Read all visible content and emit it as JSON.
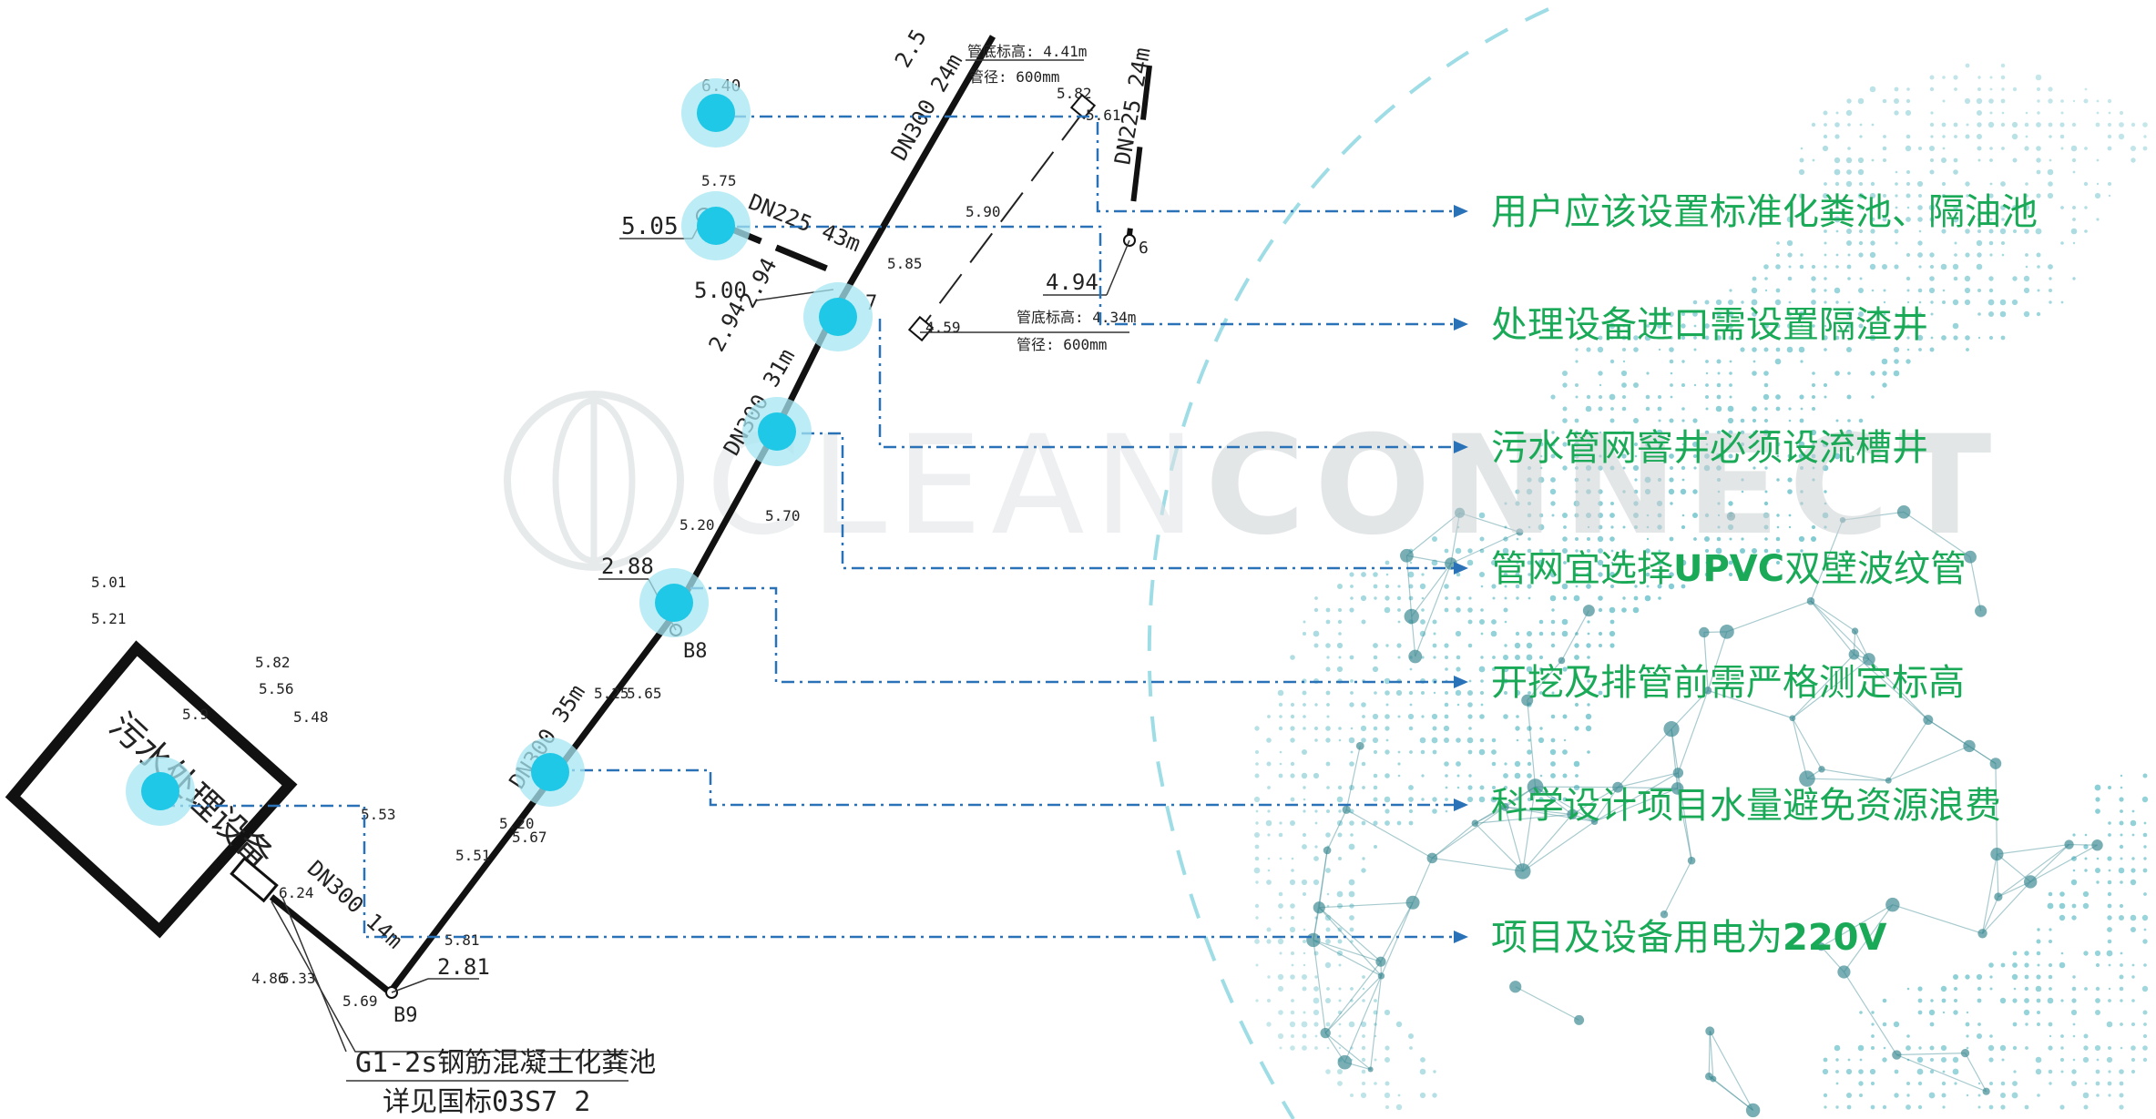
{
  "watermark": {
    "light": "CLEAN",
    "bold": "CONNECT"
  },
  "box_label": "污水处理设备",
  "pipes": {
    "b9_b8": "DN300 35m",
    "b8_top": "DN300 31m",
    "upper": "DN300 24m",
    "tank": "DN300 14m",
    "branch_left": "DN225 43m",
    "branch_right": "DN225 24m"
  },
  "nodes": {
    "b9": "B9",
    "b8": "B8",
    "c7": "7",
    "g6": "6",
    "b9_depth": "2.81",
    "b8_depth": "2.88",
    "c7_depth_a": "5.00",
    "c7_depth_b": "2.94",
    "c7_depth_c": "2.94",
    "left_top": "6.40",
    "left_mid": "5.05",
    "right_mid": "4.94",
    "top_cut": "2.5",
    "manhole": "6.24"
  },
  "spot_levels": [
    "5.01",
    "5.21",
    "5.82",
    "5.56",
    "5.9",
    "5.48",
    "5.53",
    "5.20",
    "5.70",
    "5.25",
    "5.65",
    "5.51",
    "5.67",
    "5.81",
    "5.69",
    "4.86",
    "5.20",
    "5.33",
    "5.75",
    "5.85",
    "5.90",
    "5.82",
    "5.61",
    "4.59"
  ],
  "pipe_notes": {
    "top_elev": "管底标高: 4.41m",
    "top_dia": "管径: 600mm",
    "bot_elev": "管底标高: 4.34m",
    "bot_dia": "管径: 600mm"
  },
  "reference": {
    "line1": "G1-2s钢筋混凝土化粪池",
    "line2": "详见国标03S7 2"
  },
  "notes": [
    {
      "text": "用户应该设置标准化粪池、隔油池",
      "bold": ""
    },
    {
      "text": "处理设备进口需设置隔渣井",
      "bold": ""
    },
    {
      "text": "污水管网窨井必须设流槽井",
      "bold": ""
    },
    {
      "text": "管网宜选择",
      "bold": "UPVC",
      "suffix": "双壁波纹管"
    },
    {
      "text": "开挖及排管前需严格测定标高",
      "bold": ""
    },
    {
      "text": "科学设计项目水量避免资源浪费",
      "bold": ""
    },
    {
      "text": "项目及设备用电为",
      "bold": "220V"
    }
  ],
  "colors": {
    "note_text": "#19a957",
    "leader": "#2a72b8",
    "marker": "#1ec8e6",
    "marker_halo": "#a6e6f2",
    "globe_dots": "#5fbcc6",
    "globe_nodes": "#3e8c94",
    "ring": "#9fdde6",
    "watermark": "#d9dde0"
  }
}
